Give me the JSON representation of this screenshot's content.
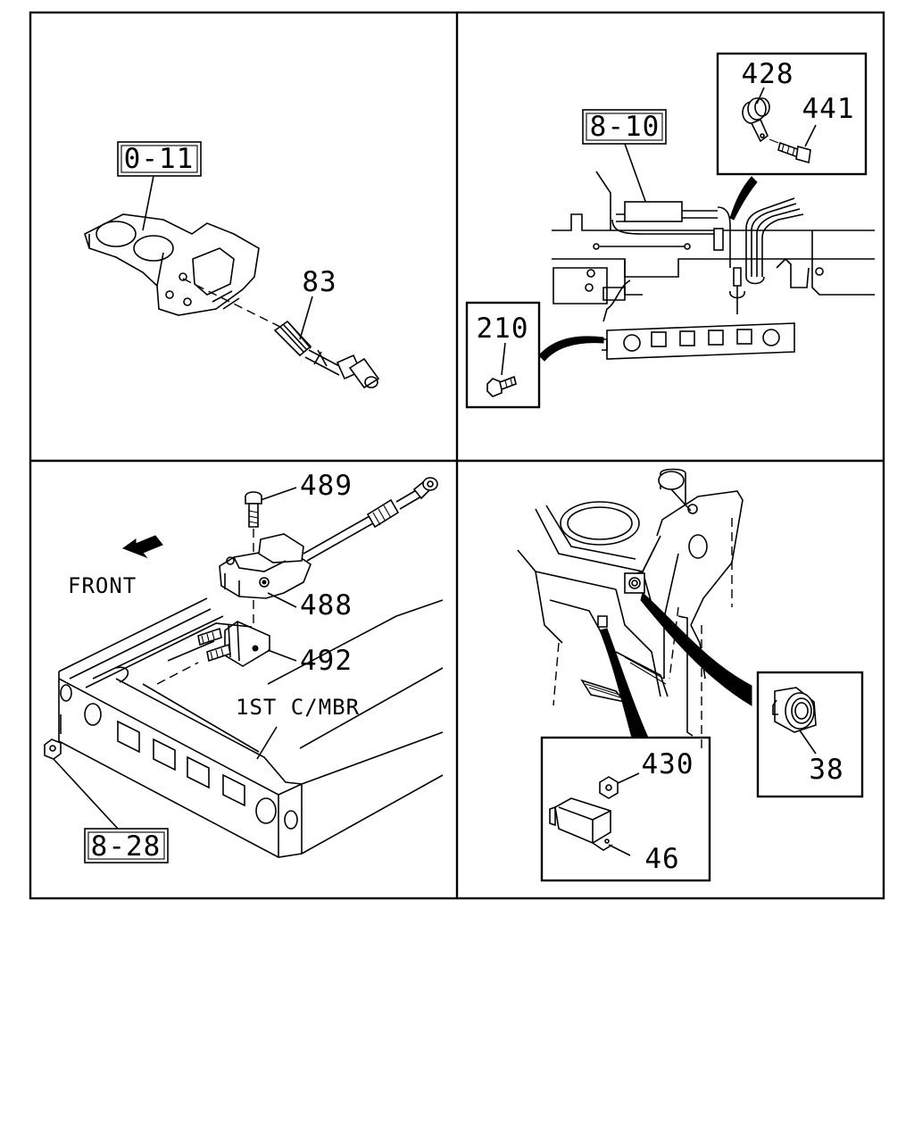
{
  "panels": {
    "top_left": {
      "ref_box": "0-11",
      "callouts": [
        "83"
      ]
    },
    "top_right": {
      "ref_box": "8-10",
      "callouts": [
        "428",
        "441",
        "210"
      ]
    },
    "bottom_left": {
      "ref_box": "8-28",
      "direction": "FRONT",
      "member": "1ST C/MBR",
      "callouts": [
        "489",
        "488",
        "492"
      ]
    },
    "bottom_right": {
      "callouts": [
        "430",
        "46",
        "38"
      ]
    }
  }
}
